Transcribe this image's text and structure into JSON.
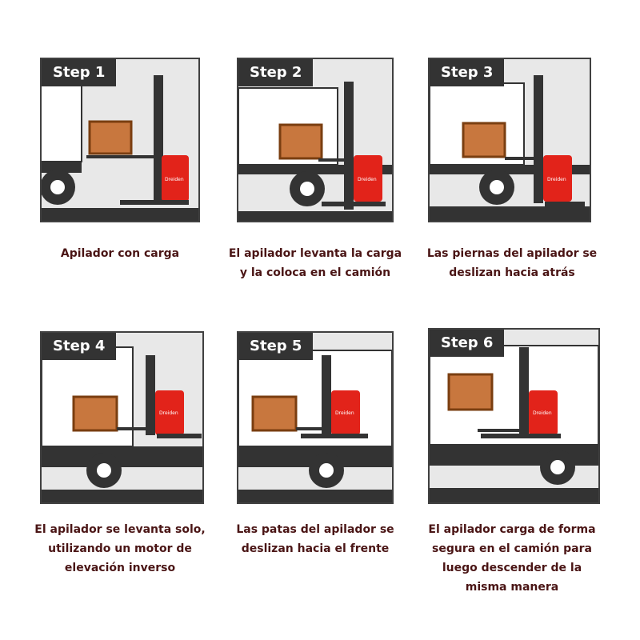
{
  "colors": {
    "panel_bg": "#e8e8e8",
    "truck_white": "#ffffff",
    "truck_dark": "#333333",
    "cargo_fill": "#c8773e",
    "cargo_stroke": "#7a3e10",
    "stacker_red": "#e2231a",
    "caption": "#4a1515"
  },
  "steps": [
    {
      "badge": "Step 1",
      "caption": "Apilador con carga"
    },
    {
      "badge": "Step 2",
      "caption": "El apilador levanta la carga y la coloca en el camión"
    },
    {
      "badge": "Step 3",
      "caption": "Las piernas del apilador se deslizan hacia atrás"
    },
    {
      "badge": "Step 4",
      "caption": "El apilador se levanta solo, utilizando un motor de elevación inverso"
    },
    {
      "badge": "Step 5",
      "caption": "Las patas del apilador se deslizan hacia el frente"
    },
    {
      "badge": "Step 6",
      "caption": "El apilador carga de forma segura en el camión para luego descender de la misma manera"
    }
  ],
  "stacker_brand": "Dreiden"
}
